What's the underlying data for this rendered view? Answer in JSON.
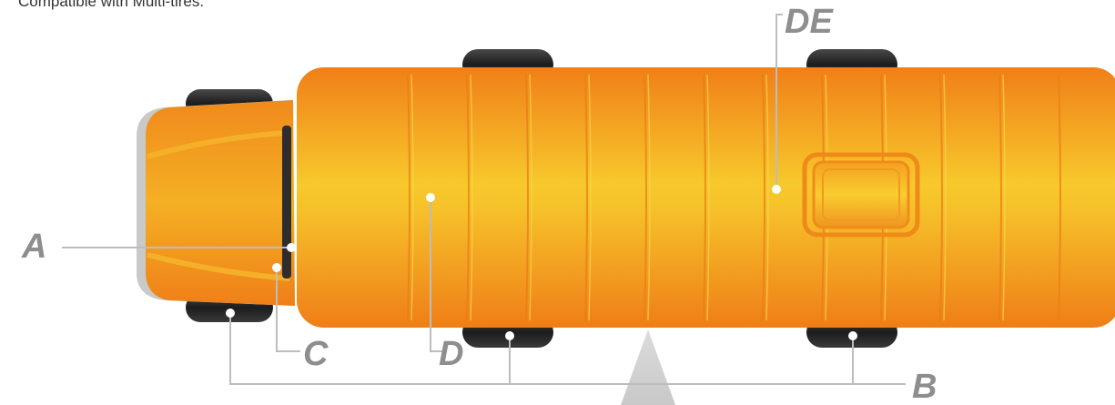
{
  "caption": "Compatible with Multi-tires.",
  "labels": {
    "a": "A",
    "b": "B",
    "c": "C",
    "d": "D",
    "de": "DE"
  },
  "colors": {
    "body_orange": "#f08a1c",
    "body_yellow": "#f7c52a",
    "tire": "#2b2b2b",
    "leader_line": "#bdbdbd",
    "label_text": "#8e8e8e",
    "marker": "#ffffff"
  }
}
